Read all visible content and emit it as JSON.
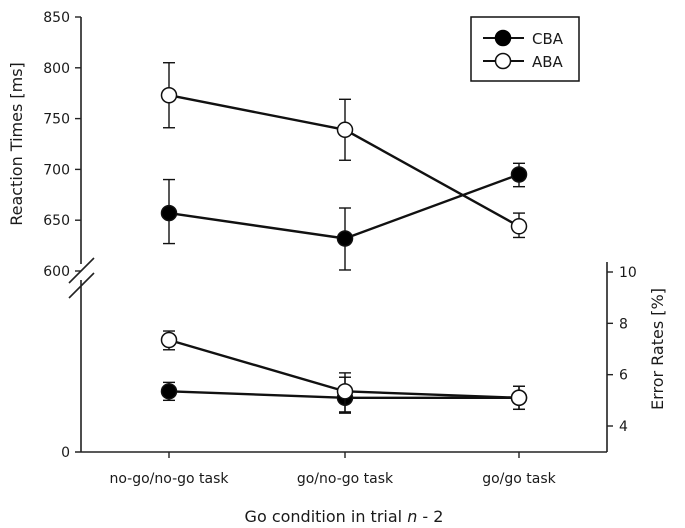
{
  "chart_data": {
    "type": "line",
    "title": "",
    "xlabel": "Go condition in trial n - 2",
    "xlabel_parts": {
      "prefix": "Go condition in trial ",
      "italic": "n",
      "suffix": " - 2"
    },
    "categories": [
      "no-go/no-go task",
      "go/no-go task",
      "go/go task"
    ],
    "legend": {
      "position": "upper right",
      "entries": [
        {
          "name": "CBA",
          "marker": "filled-circle"
        },
        {
          "name": "ABA",
          "marker": "open-circle"
        }
      ]
    },
    "panels": [
      {
        "name": "Reaction Times",
        "axis": "left",
        "ylabel": "Reaction Times [ms]",
        "ylim": [
          600,
          850
        ],
        "yticks": [
          600,
          650,
          700,
          750,
          800,
          850
        ],
        "extra_tick": {
          "value": 0,
          "label": "0"
        },
        "axis_break": true,
        "series": [
          {
            "name": "CBA",
            "values": [
              657,
              632,
              695
            ],
            "err_low": [
              627,
              601,
              683
            ],
            "err_high": [
              690,
              662,
              706
            ]
          },
          {
            "name": "ABA",
            "values": [
              773,
              739,
              644
            ],
            "err_low": [
              741,
              709,
              633
            ],
            "err_high": [
              805,
              769,
              657
            ]
          }
        ]
      },
      {
        "name": "Error Rates",
        "axis": "right",
        "ylabel": "Error Rates [%]",
        "ylim": [
          3,
          10
        ],
        "yticks": [
          4,
          6,
          8,
          10
        ],
        "series": [
          {
            "name": "CBA",
            "values": [
              5.35,
              5.1,
              5.1
            ],
            "err_low": [
              5.0,
              4.55,
              4.65
            ],
            "err_high": [
              5.7,
              5.9,
              5.55
            ]
          },
          {
            "name": "ABA",
            "values": [
              7.35,
              5.35,
              5.1
            ],
            "err_low": [
              6.97,
              4.5,
              4.65
            ],
            "err_high": [
              7.7,
              6.07,
              5.55
            ]
          }
        ]
      }
    ],
    "grid": false
  },
  "colors": {
    "line": "#111111",
    "filled_marker": "#000000",
    "open_marker_fill": "#ffffff",
    "axis": "#222222"
  }
}
